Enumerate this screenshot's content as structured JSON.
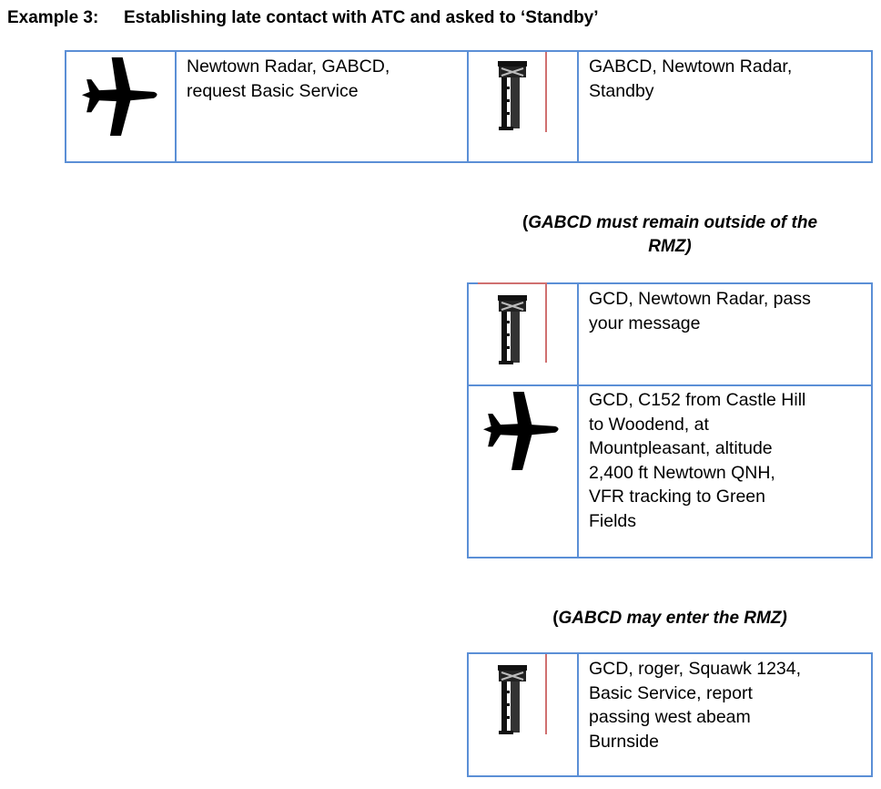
{
  "heading": {
    "label": "Example 3:",
    "title": "Establishing late contact with ATC and asked to ‘Standby’"
  },
  "exchange1": {
    "pilot": {
      "icon": "aircraft-icon",
      "text": "Newtown Radar, GABCD,\nrequest Basic Service"
    },
    "atc": {
      "icon": "control-tower-icon",
      "text": "GABCD, Newtown Radar,\nStandby"
    }
  },
  "note1": {
    "open": "(",
    "line1": "GABCD must remain outside of the",
    "line2": "RMZ)"
  },
  "exchange2": {
    "atc": {
      "icon": "control-tower-icon",
      "text": "GCD, Newtown Radar, pass\nyour message"
    },
    "pilot": {
      "icon": "aircraft-icon",
      "text": "GCD, C152 from Castle Hill\nto Woodend, at\nMountpleasant, altitude\n2,400 ft Newtown QNH,\nVFR tracking to Green\nFields"
    }
  },
  "note2": {
    "open": "(",
    "text": "GABCD may enter the RMZ)"
  },
  "exchange3": {
    "atc": {
      "icon": "control-tower-icon",
      "text": "GCD, roger, Squawk 1234,\nBasic Service, report\npassing west abeam\nBurnside"
    }
  },
  "colors": {
    "border": "#5b8fd6",
    "accent_line": "#d07070"
  }
}
